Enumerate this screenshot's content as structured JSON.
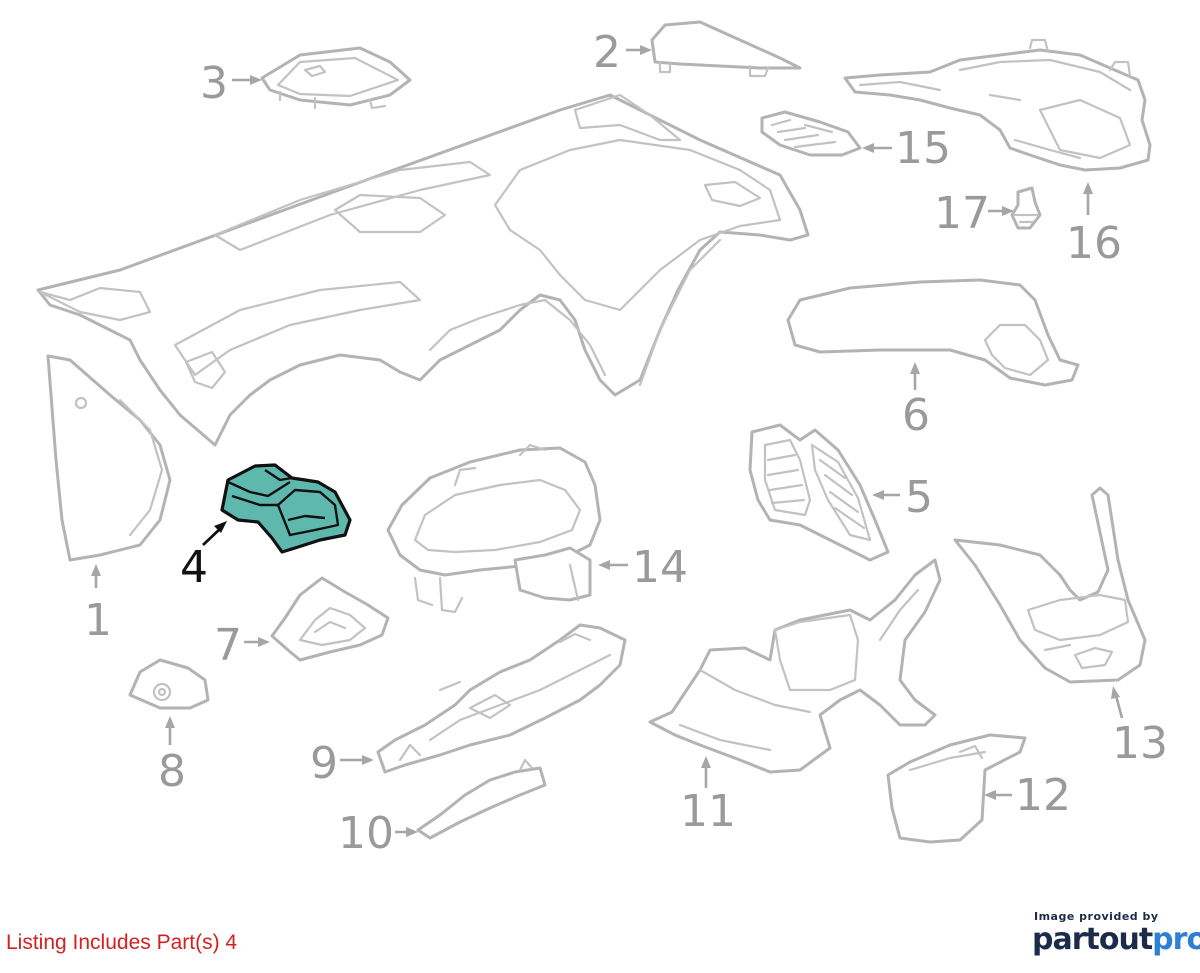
{
  "callouts": {
    "c1": "1",
    "c2": "2",
    "c3": "3",
    "c4": "4",
    "c5": "5",
    "c6": "6",
    "c7": "7",
    "c8": "8",
    "c9": "9",
    "c10": "10",
    "c11": "11",
    "c12": "12",
    "c13": "13",
    "c14": "14",
    "c15": "15",
    "c16": "16",
    "c17": "17"
  },
  "highlighted_part": "4",
  "footer": {
    "listing_text": "Listing Includes Part(s) 4",
    "provided_by": "Image provided by",
    "brand_part1": "partout",
    "brand_part2": "pro"
  },
  "colors": {
    "highlight_fill": "#5fb8ad",
    "listing_text": "#d42020",
    "brand_dark": "#1d2b4a",
    "brand_blue": "#2f7fd6"
  }
}
